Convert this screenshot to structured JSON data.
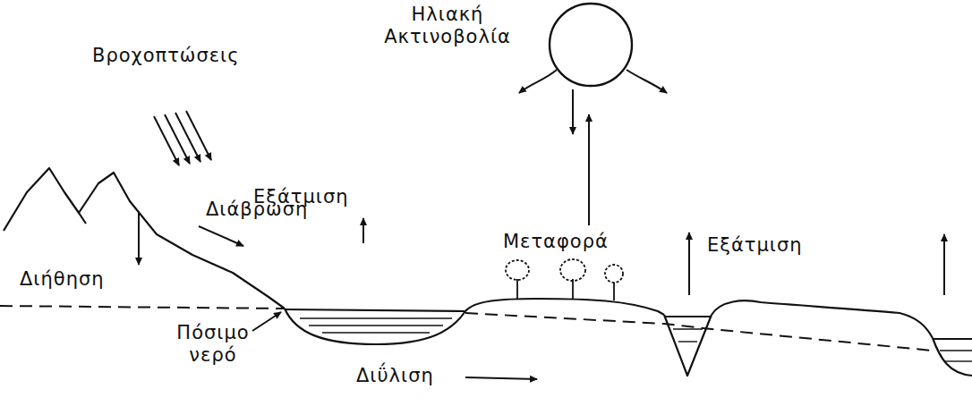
{
  "diagram": {
    "labels": [
      "Ηλιακή Ακτινοβολία",
      "Βροχοπτώσεις",
      "Εξάτμιση",
      "Διάβρωση",
      "Μεταφορά",
      "Εξάτμιση",
      "Διήθηση",
      "Πόσιμο νερό",
      "Διΰλιση"
    ]
  }
}
